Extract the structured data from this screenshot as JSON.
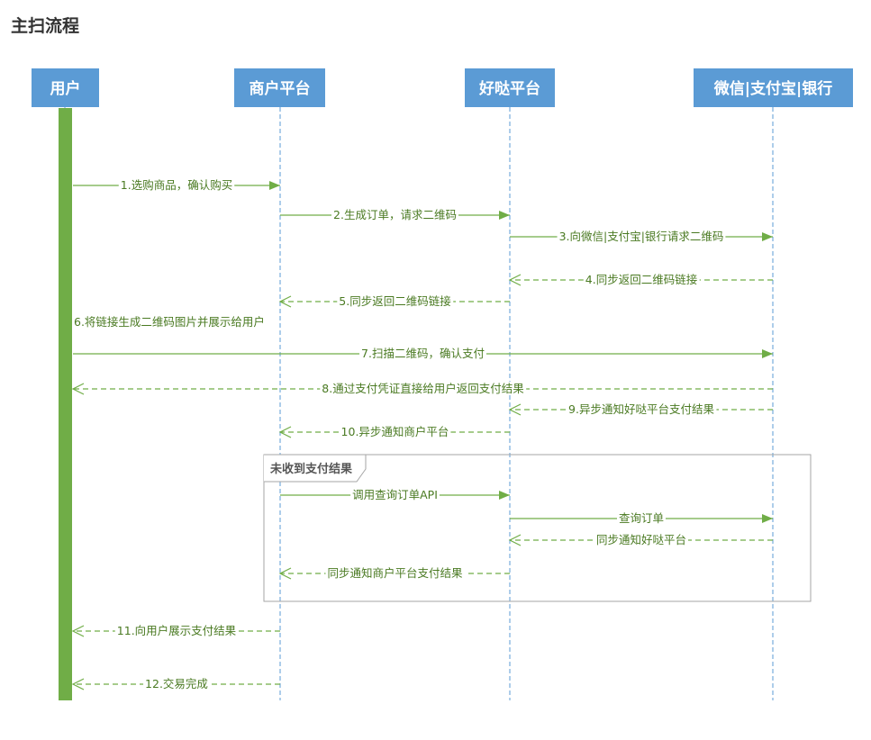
{
  "page_title": "主扫流程",
  "colors": {
    "lane_header": "#5b9bd5",
    "lifeline": "#5b9bd5",
    "activation": "#70ad47",
    "message": "#70ad47",
    "message_text": "#4a7a22",
    "frame_border": "#a6a6a6"
  },
  "participants": [
    {
      "id": "user",
      "label": "用户"
    },
    {
      "id": "merchant",
      "label": "商户平台"
    },
    {
      "id": "haoda",
      "label": "好哒平台"
    },
    {
      "id": "bank",
      "label": "微信|支付宝|银行"
    }
  ],
  "messages": [
    {
      "label": "1.选购商品，确认购买",
      "from": "user",
      "to": "merchant",
      "type": "sync"
    },
    {
      "label": "2.生成订单，请求二维码",
      "from": "merchant",
      "to": "haoda",
      "type": "sync"
    },
    {
      "label": "3.向微信|支付宝|银行请求二维码",
      "from": "haoda",
      "to": "bank",
      "type": "sync"
    },
    {
      "label": "4.同步返回二维码链接",
      "from": "bank",
      "to": "haoda",
      "type": "return"
    },
    {
      "label": "5.同步返回二维码链接",
      "from": "haoda",
      "to": "merchant",
      "type": "return"
    },
    {
      "label": "6.将链接生成二维码图片并展示给用户",
      "from": "user",
      "to": "merchant",
      "type": "note"
    },
    {
      "label": "7.扫描二维码，确认支付",
      "from": "user",
      "to": "bank",
      "type": "sync"
    },
    {
      "label": "8.通过支付凭证直接给用户返回支付结果",
      "from": "bank",
      "to": "user",
      "type": "return"
    },
    {
      "label": "9.异步通知好哒平台支付结果",
      "from": "bank",
      "to": "haoda",
      "type": "return"
    },
    {
      "label": "10.异步通知商户平台",
      "from": "haoda",
      "to": "merchant",
      "type": "return"
    },
    {
      "label": "调用查询订单API",
      "from": "merchant",
      "to": "haoda",
      "type": "sync"
    },
    {
      "label": "查询订单",
      "from": "haoda",
      "to": "bank",
      "type": "sync"
    },
    {
      "label": "同步通知好哒平台",
      "from": "bank",
      "to": "haoda",
      "type": "return"
    },
    {
      "label": "同步通知商户平台支付结果",
      "from": "haoda",
      "to": "merchant",
      "type": "return"
    },
    {
      "label": "11.向用户展示支付结果",
      "from": "merchant",
      "to": "user",
      "type": "return"
    },
    {
      "label": "12.交易完成",
      "from": "merchant",
      "to": "user",
      "type": "return"
    }
  ],
  "frame": {
    "label": "未收到支付结果"
  }
}
